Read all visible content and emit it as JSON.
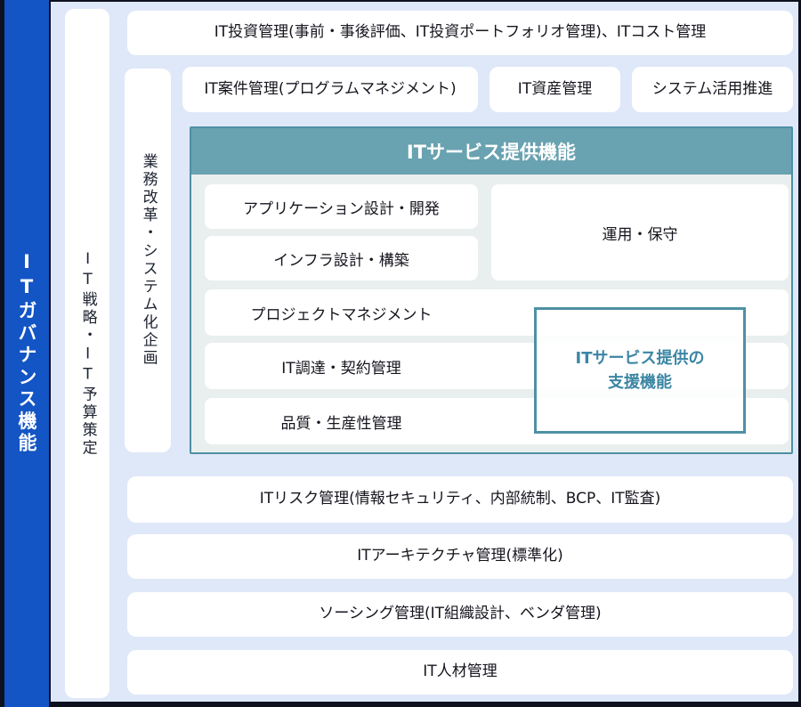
{
  "colors": {
    "background": "#0c101f",
    "governance_blue": "#1355c4",
    "panel_blue": "#dfe8f8",
    "box_white": "#ffffff",
    "text_dark": "#15151e",
    "teal_border": "#4e90a4",
    "teal_header": "#69a2b0",
    "teal_body": "#e9efee",
    "support_text": "#3c86a4"
  },
  "governance_bar": {
    "label": "ITガバナンス機能"
  },
  "planning_columns": {
    "strategy": "IT戦略・IT予算策定",
    "reform": "業務改革・システム化企画"
  },
  "top_row": {
    "label": "IT投資管理(事前・事後評価、IT投資ポートフォリオ管理)、ITコスト管理"
  },
  "second_row": {
    "case_management": "IT案件管理(プログラムマネジメント)",
    "asset_management": "IT資産管理",
    "utilization": "システム活用推進"
  },
  "service_section": {
    "title": "ITサービス提供機能",
    "app_design": "アプリケーション設計・開発",
    "infra_design": "インフラ設計・構築",
    "operations": "運用・保守",
    "project_management": "プロジェクトマネジメント",
    "procurement": "IT調達・契約管理",
    "quality": "品質・生産性管理",
    "support_box": {
      "line1": "ITサービス提供の",
      "line2": "支援機能"
    }
  },
  "bottom_rows": {
    "risk": "ITリスク管理(情報セキュリティ、内部統制、BCP、IT監査)",
    "architecture": "ITアーキテクチャ管理(標準化)",
    "sourcing": "ソーシング管理(IT組織設計、ベンダ管理)",
    "hr": "IT人材管理"
  }
}
